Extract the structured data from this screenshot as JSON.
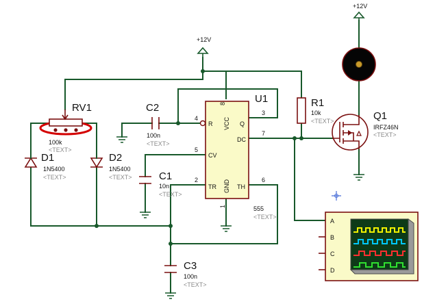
{
  "colors": {
    "wire": "#17582a",
    "component": "#7a0f0f",
    "chip_fill": "#fafac8",
    "scope_fill": "#fafac8",
    "highlight": "#d40000"
  },
  "power": {
    "vcc_main": "+12V",
    "vcc_motor": "+12V"
  },
  "u1": {
    "ref": "U1",
    "value": "555",
    "tag": "<TEXT>",
    "pins": {
      "r": "R",
      "vcc": "VCC",
      "q": "Q",
      "cv": "CV",
      "dc": "DC",
      "tr": "TR",
      "gnd": "GND",
      "th": "TH"
    },
    "pin_numbers": {
      "p4": "4",
      "p8": "8",
      "p3": "3",
      "p5": "5",
      "p7": "7",
      "p2": "2",
      "p6": "6",
      "p1": "1"
    }
  },
  "rv1": {
    "ref": "RV1",
    "value": "100k",
    "tag": "<TEXT>"
  },
  "c2": {
    "ref": "C2",
    "value": "100n",
    "tag": "<TEXT>"
  },
  "c1": {
    "ref": "C1",
    "value": "10n",
    "tag": "<TEXT>"
  },
  "c3": {
    "ref": "C3",
    "value": "100n",
    "tag": "<TEXT>"
  },
  "d1": {
    "ref": "D1",
    "value": "1N5400",
    "tag": "<TEXT>"
  },
  "d2": {
    "ref": "D2",
    "value": "1N5400",
    "tag": "<TEXT>"
  },
  "r1": {
    "ref": "R1",
    "value": "10k",
    "tag": "<TEXT>"
  },
  "q1": {
    "ref": "Q1",
    "value": "IRFZ46N",
    "tag": "<TEXT>"
  },
  "scope": {
    "channels": [
      "A",
      "B",
      "C",
      "D"
    ],
    "trace_colors": [
      "#f2f200",
      "#00c8ff",
      "#ff3030",
      "#30e030"
    ]
  },
  "icons": {
    "motor": "motor-icon",
    "crosshair": "crosshair-marker-icon",
    "ground": "ground-icon"
  }
}
